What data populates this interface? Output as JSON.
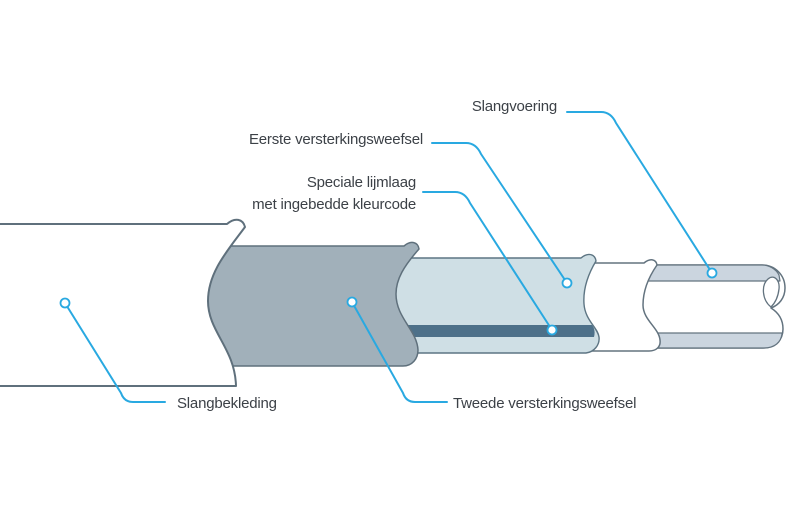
{
  "diagram": {
    "labels": {
      "slangvoering": "Slangvoering",
      "eerste_versterkingsweefsel": "Eerste versterkingsweefsel",
      "speciale_lijmlaag_line1": "Speciale lijmlaag",
      "speciale_lijmlaag_line2": "met ingebedde kleurcode",
      "slangbekleding": "Slangbekleding",
      "tweede_versterkingsweefsel": "Tweede versterkingsweefsel"
    },
    "colors": {
      "background": "#ffffff",
      "callout_blue": "#29a9e1",
      "outline_gray": "#5f707c",
      "cover_fill": "#ffffff",
      "second_fabric_fill": "#a1b0ba",
      "first_fabric_fill": "#cfdfe5",
      "glue_stripe_fill": "#4d7089",
      "lining_band_fill": "#cbd5df",
      "label_text": "#3c4147"
    }
  }
}
